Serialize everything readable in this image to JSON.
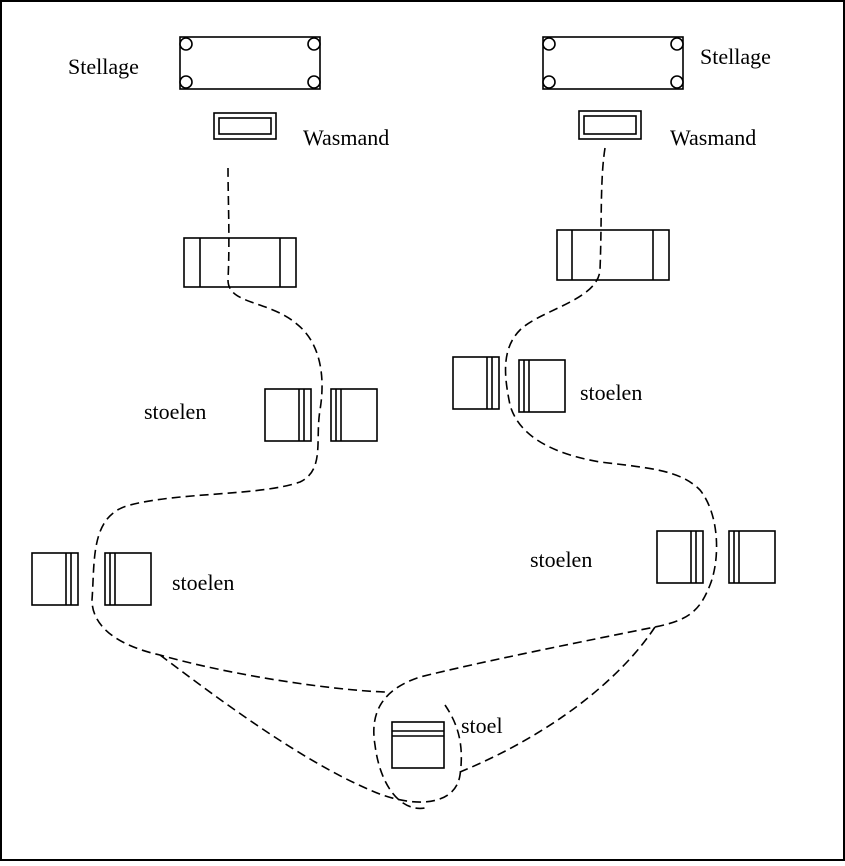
{
  "labels": {
    "stellage_left": "Stellage",
    "stellage_right": "Stellage",
    "wasmand_left": "Wasmand",
    "wasmand_right": "Wasmand",
    "stoelen_left_mid": "stoelen",
    "stoelen_right_mid": "stoelen",
    "stoelen_left_low": "stoelen",
    "stoelen_right_low": "stoelen",
    "stoel_bottom": "stoel"
  }
}
